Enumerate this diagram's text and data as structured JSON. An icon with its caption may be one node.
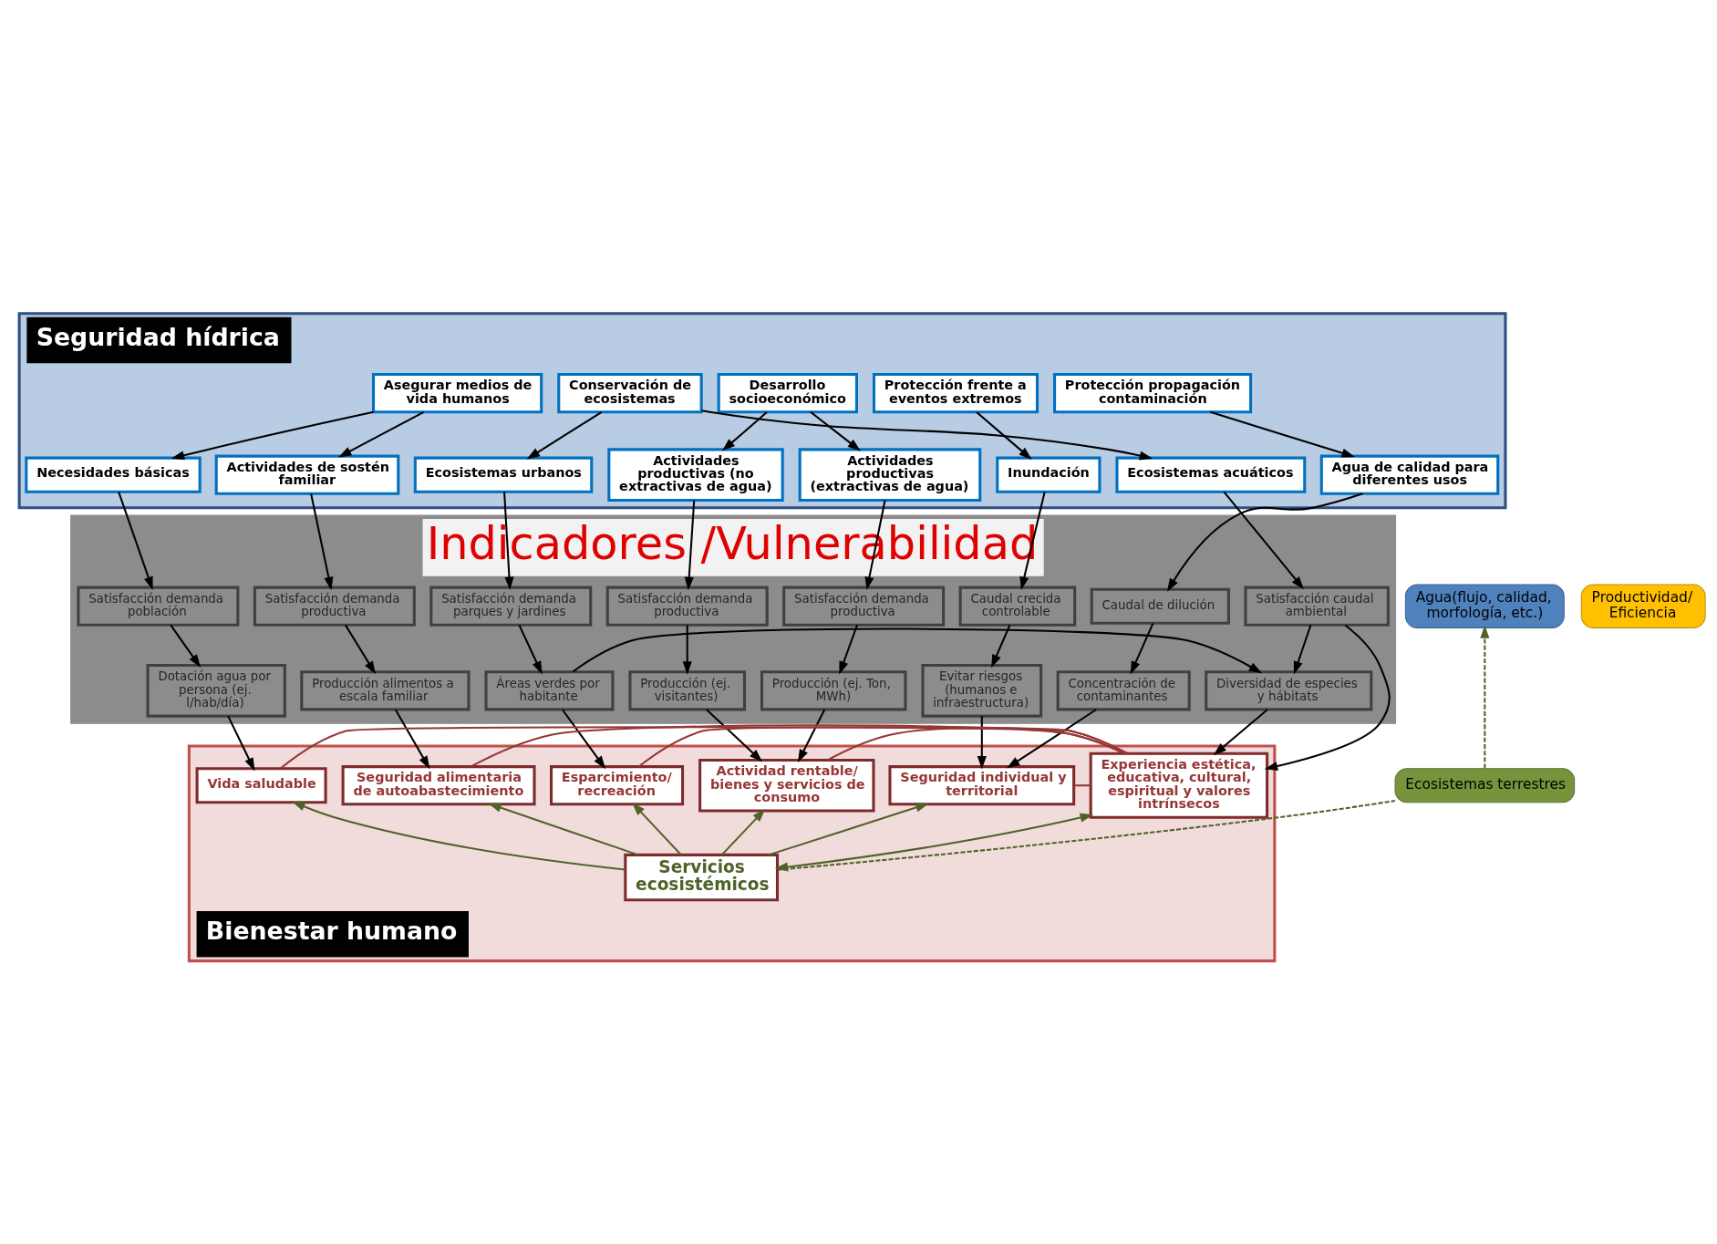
{
  "diagram": {
    "nodes": [
      {
        "text": [
          "Seguridad hídrica"
        ]
      },
      {
        "text": [
          "Desarrollo socioeconómico"
        ],
        "in": 0
      },
      {
        "text": [
          "Asegurar medios de vida humanos"
        ],
        "in": 0
      },
      {
        "text": [
          "Conservación de ecosistemas"
        ],
        "in": 0
      },
      {
        "text": [
          "Protección frente a eventos extremos"
        ],
        "in": 0
      },
      {
        "text": [
          "Protección propagación contaminación"
        ],
        "in": 0
      },
      {
        "text": [
          "Actividades productivas (extractivas de agua)"
        ],
        "in": 0
      },
      {
        "text": [
          "Actividades productivas (no extractivas de agua)"
        ],
        "in": 0
      },
      {
        "text": [
          "Actividades de sostén familiar"
        ],
        "in": 0
      },
      {
        "text": [
          "Necesidades básicas"
        ],
        "in": 0
      },
      {
        "text": [
          "Ecosistemas acuáticos"
        ],
        "in": 0
      },
      {
        "text": [
          "Ecosistemas urbanos"
        ],
        "in": 0
      },
      {
        "text": [
          "Inundación"
        ],
        "in": 0
      },
      {
        "text": [
          "Agua de calidad para diferentes usos"
        ],
        "in": 0
      },
      {
        "text": [
          "Indicadores /Vulnerabilidad"
        ]
      },
      {
        "text": [
          "Satisfacción demanda productiva"
        ],
        "in": 14
      },
      {
        "text": [
          "Satisfacción demanda productiva"
        ],
        "in": 14
      },
      {
        "text": [
          "Satisfacción demanda productiva"
        ],
        "in": 14
      },
      {
        "text": [
          "Satisfacción demanda población"
        ],
        "in": 14
      },
      {
        "text": [
          "Satisfacción caudal ambiental"
        ],
        "in": 14
      },
      {
        "text": [
          "Satisfacción demanda parques y jardines"
        ],
        "in": 14
      },
      {
        "text": [
          "Caudal crecida controlable"
        ],
        "in": 14
      },
      {
        "text": [
          "Caudal de dilución"
        ],
        "in": 14
      },
      {
        "text": [
          "Producción (ej. Ton, MWh)"
        ],
        "in": 14
      },
      {
        "text": [
          "Producción (ej. visitantes)"
        ],
        "in": 14
      },
      {
        "text": [
          "Producción alimentos a escala familiar"
        ],
        "in": 14
      },
      {
        "text": [
          "Dotación agua por persona (ej. l/hab/día)"
        ],
        "in": 14
      },
      {
        "text": [
          "Diversidad de especies y hábitats"
        ],
        "in": 14
      },
      {
        "text": [
          "Áreas verdes por habitante"
        ],
        "in": 14
      },
      {
        "text": [
          "Evitar riesgos (humanos e infraestructura)"
        ],
        "in": 14
      },
      {
        "text": [
          "Concentración de contaminantes"
        ],
        "in": 14
      },
      {
        "text": [
          "Bienestar humano"
        ]
      },
      {
        "text": [
          "Actividad rentable/ bienes y servicios de consumo"
        ],
        "in": 31
      },
      {
        "text": [
          "Seguridad alimentaria de autoabastecimiento"
        ],
        "in": 31
      },
      {
        "text": [
          "Vida saludable"
        ],
        "in": 31
      },
      {
        "text": [
          "Experiencia estética, educativa, cultural, espiritual y valores intrínsecos"
        ],
        "in": 31
      },
      {
        "text": [
          "Esparcimiento/ recreación"
        ],
        "in": 31
      },
      {
        "text": [
          "Seguridad individual y territorial"
        ],
        "in": 31
      },
      {
        "text": [
          "Servicios ecosistémicos"
        ],
        "in": 31
      },
      {
        "text": [
          "Agua(flujo, calidad, morfología, etc.)"
        ]
      },
      {
        "text": [
          "Ecosistemas terrestres"
        ]
      },
      {
        "text": [
          "Productividad/ Eficiencia"
        ]
      }
    ],
    "edges": [
      {
        "from": 1,
        "to": 6,
        "arrow": "to"
      },
      {
        "from": 1,
        "to": 7,
        "arrow": "to"
      },
      {
        "from": 2,
        "to": 8,
        "arrow": "to"
      },
      {
        "from": 2,
        "to": 9,
        "arrow": "to"
      },
      {
        "from": 3,
        "to": 10,
        "arrow": "to"
      },
      {
        "from": 3,
        "to": 11,
        "arrow": "to"
      },
      {
        "from": 4,
        "to": 12,
        "arrow": "to"
      },
      {
        "from": 5,
        "to": 13,
        "arrow": "to"
      },
      {
        "from": 6,
        "to": 15,
        "arrow": "to"
      },
      {
        "from": 7,
        "to": 16,
        "arrow": "to"
      },
      {
        "from": 8,
        "to": 17,
        "arrow": "to"
      },
      {
        "from": 9,
        "to": 18,
        "arrow": "to"
      },
      {
        "from": 10,
        "to": 19,
        "arrow": "to"
      },
      {
        "from": 11,
        "to": 20,
        "arrow": "to"
      },
      {
        "from": 12,
        "to": 21,
        "arrow": "to"
      },
      {
        "from": 13,
        "to": 22,
        "arrow": "to"
      },
      {
        "from": 15,
        "to": 23,
        "arrow": "to"
      },
      {
        "from": 16,
        "to": 24,
        "arrow": "to"
      },
      {
        "from": 17,
        "to": 25,
        "arrow": "to"
      },
      {
        "from": 18,
        "to": 26,
        "arrow": "to"
      },
      {
        "from": 19,
        "to": 27,
        "arrow": "to"
      },
      {
        "from": 20,
        "to": 28,
        "arrow": "to"
      },
      {
        "from": 21,
        "to": 29,
        "arrow": "to"
      },
      {
        "from": 22,
        "to": 30,
        "arrow": "to"
      },
      {
        "from": 28,
        "to": 27,
        "arrow": "to"
      },
      {
        "from": 19,
        "to": 35,
        "arrow": "to"
      },
      {
        "from": 23,
        "to": 32,
        "arrow": "to"
      },
      {
        "from": 24,
        "to": 32,
        "arrow": "to"
      },
      {
        "from": 25,
        "to": 33,
        "arrow": "to"
      },
      {
        "from": 26,
        "to": 34,
        "arrow": "to"
      },
      {
        "from": 27,
        "to": 35,
        "arrow": "to"
      },
      {
        "from": 28,
        "to": 36,
        "arrow": "to"
      },
      {
        "from": 29,
        "to": 37,
        "arrow": "to"
      },
      {
        "from": 30,
        "to": 37,
        "arrow": "to"
      },
      {
        "from": 32,
        "to": 35,
        "arrow": "none",
        "color": "#953735"
      },
      {
        "from": 33,
        "to": 35,
        "arrow": "none",
        "color": "#953735"
      },
      {
        "from": 34,
        "to": 35,
        "arrow": "none",
        "color": "#953735"
      },
      {
        "from": 36,
        "to": 35,
        "arrow": "none",
        "color": "#953735"
      },
      {
        "from": 37,
        "to": 35,
        "arrow": "none",
        "color": "#953735"
      },
      {
        "from": 35,
        "to": 38,
        "arrow": "both",
        "color": "#4f6228"
      },
      {
        "from": 38,
        "to": 32,
        "arrow": "to",
        "color": "#4f6228"
      },
      {
        "from": 38,
        "to": 33,
        "arrow": "to",
        "color": "#4f6228"
      },
      {
        "from": 38,
        "to": 34,
        "arrow": "to",
        "color": "#4f6228"
      },
      {
        "from": 38,
        "to": 36,
        "arrow": "to",
        "color": "#4f6228"
      },
      {
        "from": 38,
        "to": 37,
        "arrow": "to",
        "color": "#4f6228"
      },
      {
        "from": 38,
        "to": 40,
        "arrow": "none",
        "style": "dashed",
        "color": "#4f6228"
      },
      {
        "from": 40,
        "to": 39,
        "arrow": "to",
        "style": "dashed",
        "color": "#4f6228"
      }
    ]
  }
}
